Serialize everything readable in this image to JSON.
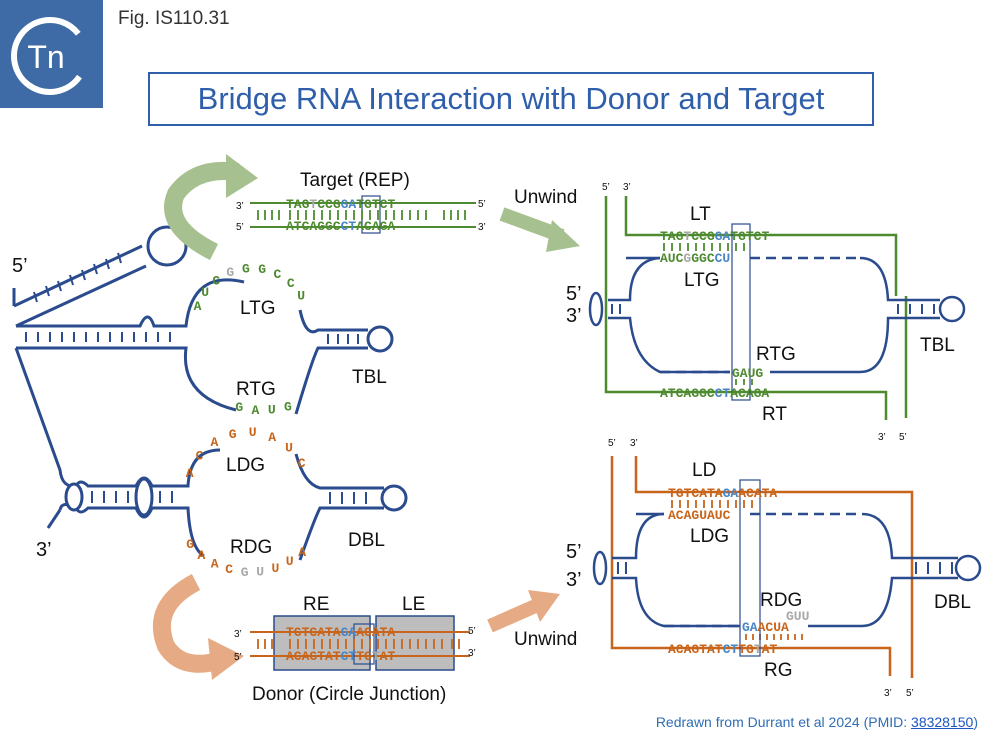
{
  "figure_label": "Fig. IS110.31",
  "logo_text": "Tn",
  "title": "Bridge RNA Interaction with Donor and Target",
  "credit": {
    "prefix": "Redrawn from Durrant et al 2024 (PMID: ",
    "pmid": "38328150",
    "suffix": ")"
  },
  "colors": {
    "rna": "#2a4b8d",
    "target": "#4e8a2f",
    "donor": "#c8651b",
    "core": "#4a86c6",
    "gray": "#a8a8a8",
    "arrow_green": "#a6c18f",
    "arrow_orange": "#e6ab84",
    "box_gray": "#bdbdbd"
  },
  "left_panel": {
    "end5": "5’",
    "end3": "3’",
    "ltg_label": "LTG",
    "rtg_label": "RTG",
    "tbl_label": "TBL",
    "ldg_label": "LDG",
    "rdg_label": "RDG",
    "dbl_label": "DBL",
    "ltg_loop": [
      "A",
      "U",
      "C",
      "G",
      "G",
      "G",
      "C",
      "C",
      "U"
    ],
    "rtg_loop": [
      "G",
      "A",
      "U",
      "G"
    ],
    "ldg_loop": [
      "A",
      "C",
      "A",
      "G",
      "U",
      "A",
      "U",
      "C"
    ],
    "rdg_loop": [
      "G",
      "A",
      "A",
      "C",
      "G",
      "U",
      "U",
      "U",
      "A"
    ]
  },
  "target": {
    "label": "Target (REP)",
    "top_left_end": "3’",
    "top_right_end": "5’",
    "bottom_left_end": "5’",
    "bottom_right_end": "3’",
    "top_seq": [
      "TAG",
      "T",
      "CCG",
      "GA",
      "TGTCT"
    ],
    "bottom_seq": [
      "ATCAGGC",
      "CT",
      "ACAGA"
    ]
  },
  "donor": {
    "label": "Donor (Circle Junction)",
    "re_label": "RE",
    "le_label": "LE",
    "top_left_end": "3’",
    "top_right_end": "5’",
    "bottom_left_end": "5’",
    "bottom_right_end": "3’",
    "top_seq": [
      "TGTCATA",
      "GA",
      "ACATA"
    ],
    "bottom_seq": [
      "ACAGTAT",
      "CT",
      "TG",
      "T",
      "AT"
    ]
  },
  "unwind_label": "Unwind",
  "target_complex": {
    "lt_label": "LT",
    "ltg_label": "LTG",
    "rtg_label": "RTG",
    "rt_label": "RT",
    "tbl_label": "TBL",
    "top_ends": [
      "5’",
      "3’"
    ],
    "side_ends": [
      "5’",
      "3’"
    ],
    "bottom_ends": [
      "3’",
      "5’"
    ],
    "lt_seq": [
      "TAG",
      "T",
      "CCG",
      "GA",
      "TGTCT"
    ],
    "ltg_seq": [
      "AUC",
      "G",
      "GGC",
      "CU"
    ],
    "rtg_seq": [
      "GAUG"
    ],
    "rt_seq": [
      "ATCAGGC",
      "CT",
      "ACAGA"
    ]
  },
  "donor_complex": {
    "ld_label": "LD",
    "ldg_label": "LDG",
    "rdg_label": "RDG",
    "rg_label": "RG",
    "dbl_label": "DBL",
    "top_ends": [
      "5’",
      "3’"
    ],
    "side_ends": [
      "5’",
      "3’"
    ],
    "bottom_ends": [
      "3’",
      "5’"
    ],
    "ld_seq": [
      "TGTCATA",
      "GA",
      "ACATA"
    ],
    "ldg_seq": [
      "ACAGUAUC"
    ],
    "rdg_loop": "GUU",
    "rdg_seq": [
      "GA",
      "AC",
      "UA"
    ],
    "rg_seq": [
      "ACAGTAT",
      "CT",
      "TG",
      "T",
      "AT"
    ]
  }
}
